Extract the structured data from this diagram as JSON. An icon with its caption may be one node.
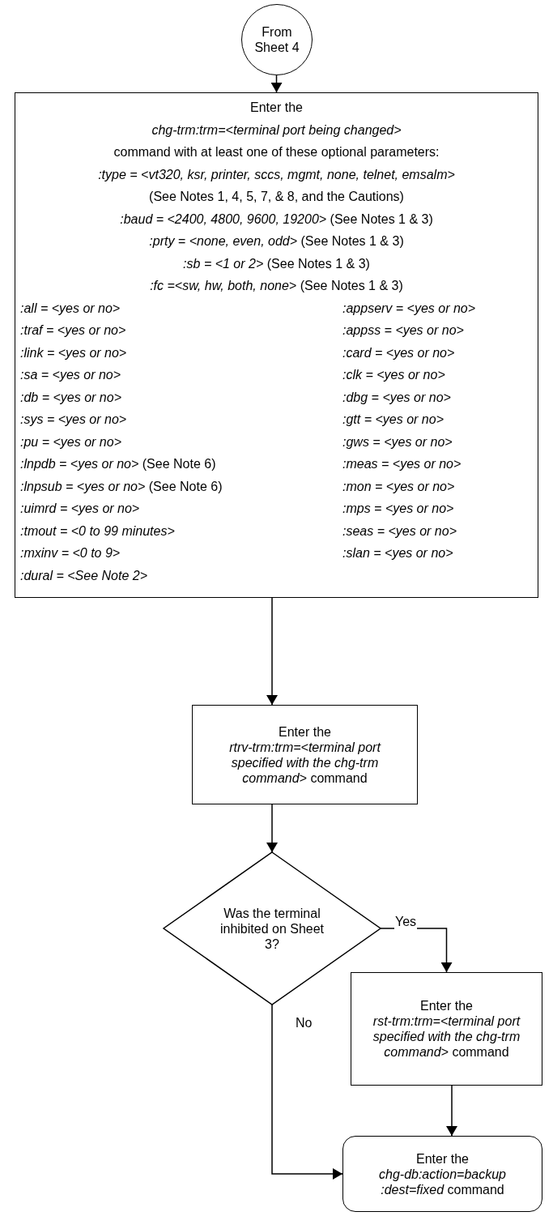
{
  "diagram": {
    "nodes": [
      {
        "text": [
          "From Sheet 4"
        ]
      },
      {
        "text": [
          "Enter the",
          "*chg-trm:trm=<terminal port being changed>* command with at least one of these optional parameters:",
          ":type = <vt320, ksr, printer, sccs, mgmt, none, telnet, emsalm>",
          "(See Notes 1, 4, 5, 7, & 8, and the Cautions)",
          "*:baud = <2400, 4800, 9600, 19200>* (See Notes 1 & 3)",
          "*:prty = <none, even, odd>* (See Notes 1 & 3)",
          "*:sb = <1 or 2>* (See Notes 1 & 3)",
          "*:fc =<sw, hw, both, none>* (See Notes 1 & 3)",
          ":all = <yes or no>",
          ":appserv = <yes or no>",
          ":traf = <yes or no>",
          ":appss = <yes or no>",
          ":link = <yes or no>",
          ":card = <yes or no>",
          ":sa = <yes or no>",
          ":clk = <yes or no>",
          ":db = <yes or no>",
          ":dbg = <yes or no>",
          ":sys = <yes or no>",
          ":gtt = <yes or no>",
          ":pu = <yes or no>",
          ":gws = <yes or no>",
          "*:lnpdb = <yes or no>* (See Note 6)",
          ":meas = <yes or no>",
          "*:lnpsub = <yes or no>* (See Note 6)",
          ":mon = <yes or no>",
          ":uimrd = <yes or no>",
          ":mps = <yes or no>",
          ":tmout = <0 to 99 minutes>",
          ":seas = <yes or no>",
          ":mxinv = <0 to 9>",
          ":slan = <yes or no>",
          ":dural = <See Note 2>"
        ]
      },
      {
        "text": [
          "Enter the",
          "*rtrv-trm:trm=<terminal port specified with the chg-trm command>* command"
        ]
      },
      {
        "text": [
          "Was the terminal inhibited on Sheet 3?"
        ]
      },
      {
        "text": [
          "Enter the",
          "*rst-trm:trm=<terminal port specified with the chg-trm command>* command"
        ]
      },
      {
        "text": [
          "Enter the",
          "*chg-db:action=backup :dest=fixed* command"
        ]
      }
    ],
    "edges": [
      {
        "from": 0,
        "to": 1,
        "arrow": "to"
      },
      {
        "from": 1,
        "to": 2,
        "arrow": "to"
      },
      {
        "from": 2,
        "to": 3,
        "arrow": "to"
      },
      {
        "from": 3,
        "to": 4,
        "arrow": "to",
        "label": "Yes"
      },
      {
        "from": 3,
        "to": 5,
        "arrow": "to",
        "label": "No"
      },
      {
        "from": 4,
        "to": 5,
        "arrow": "to"
      }
    ]
  }
}
